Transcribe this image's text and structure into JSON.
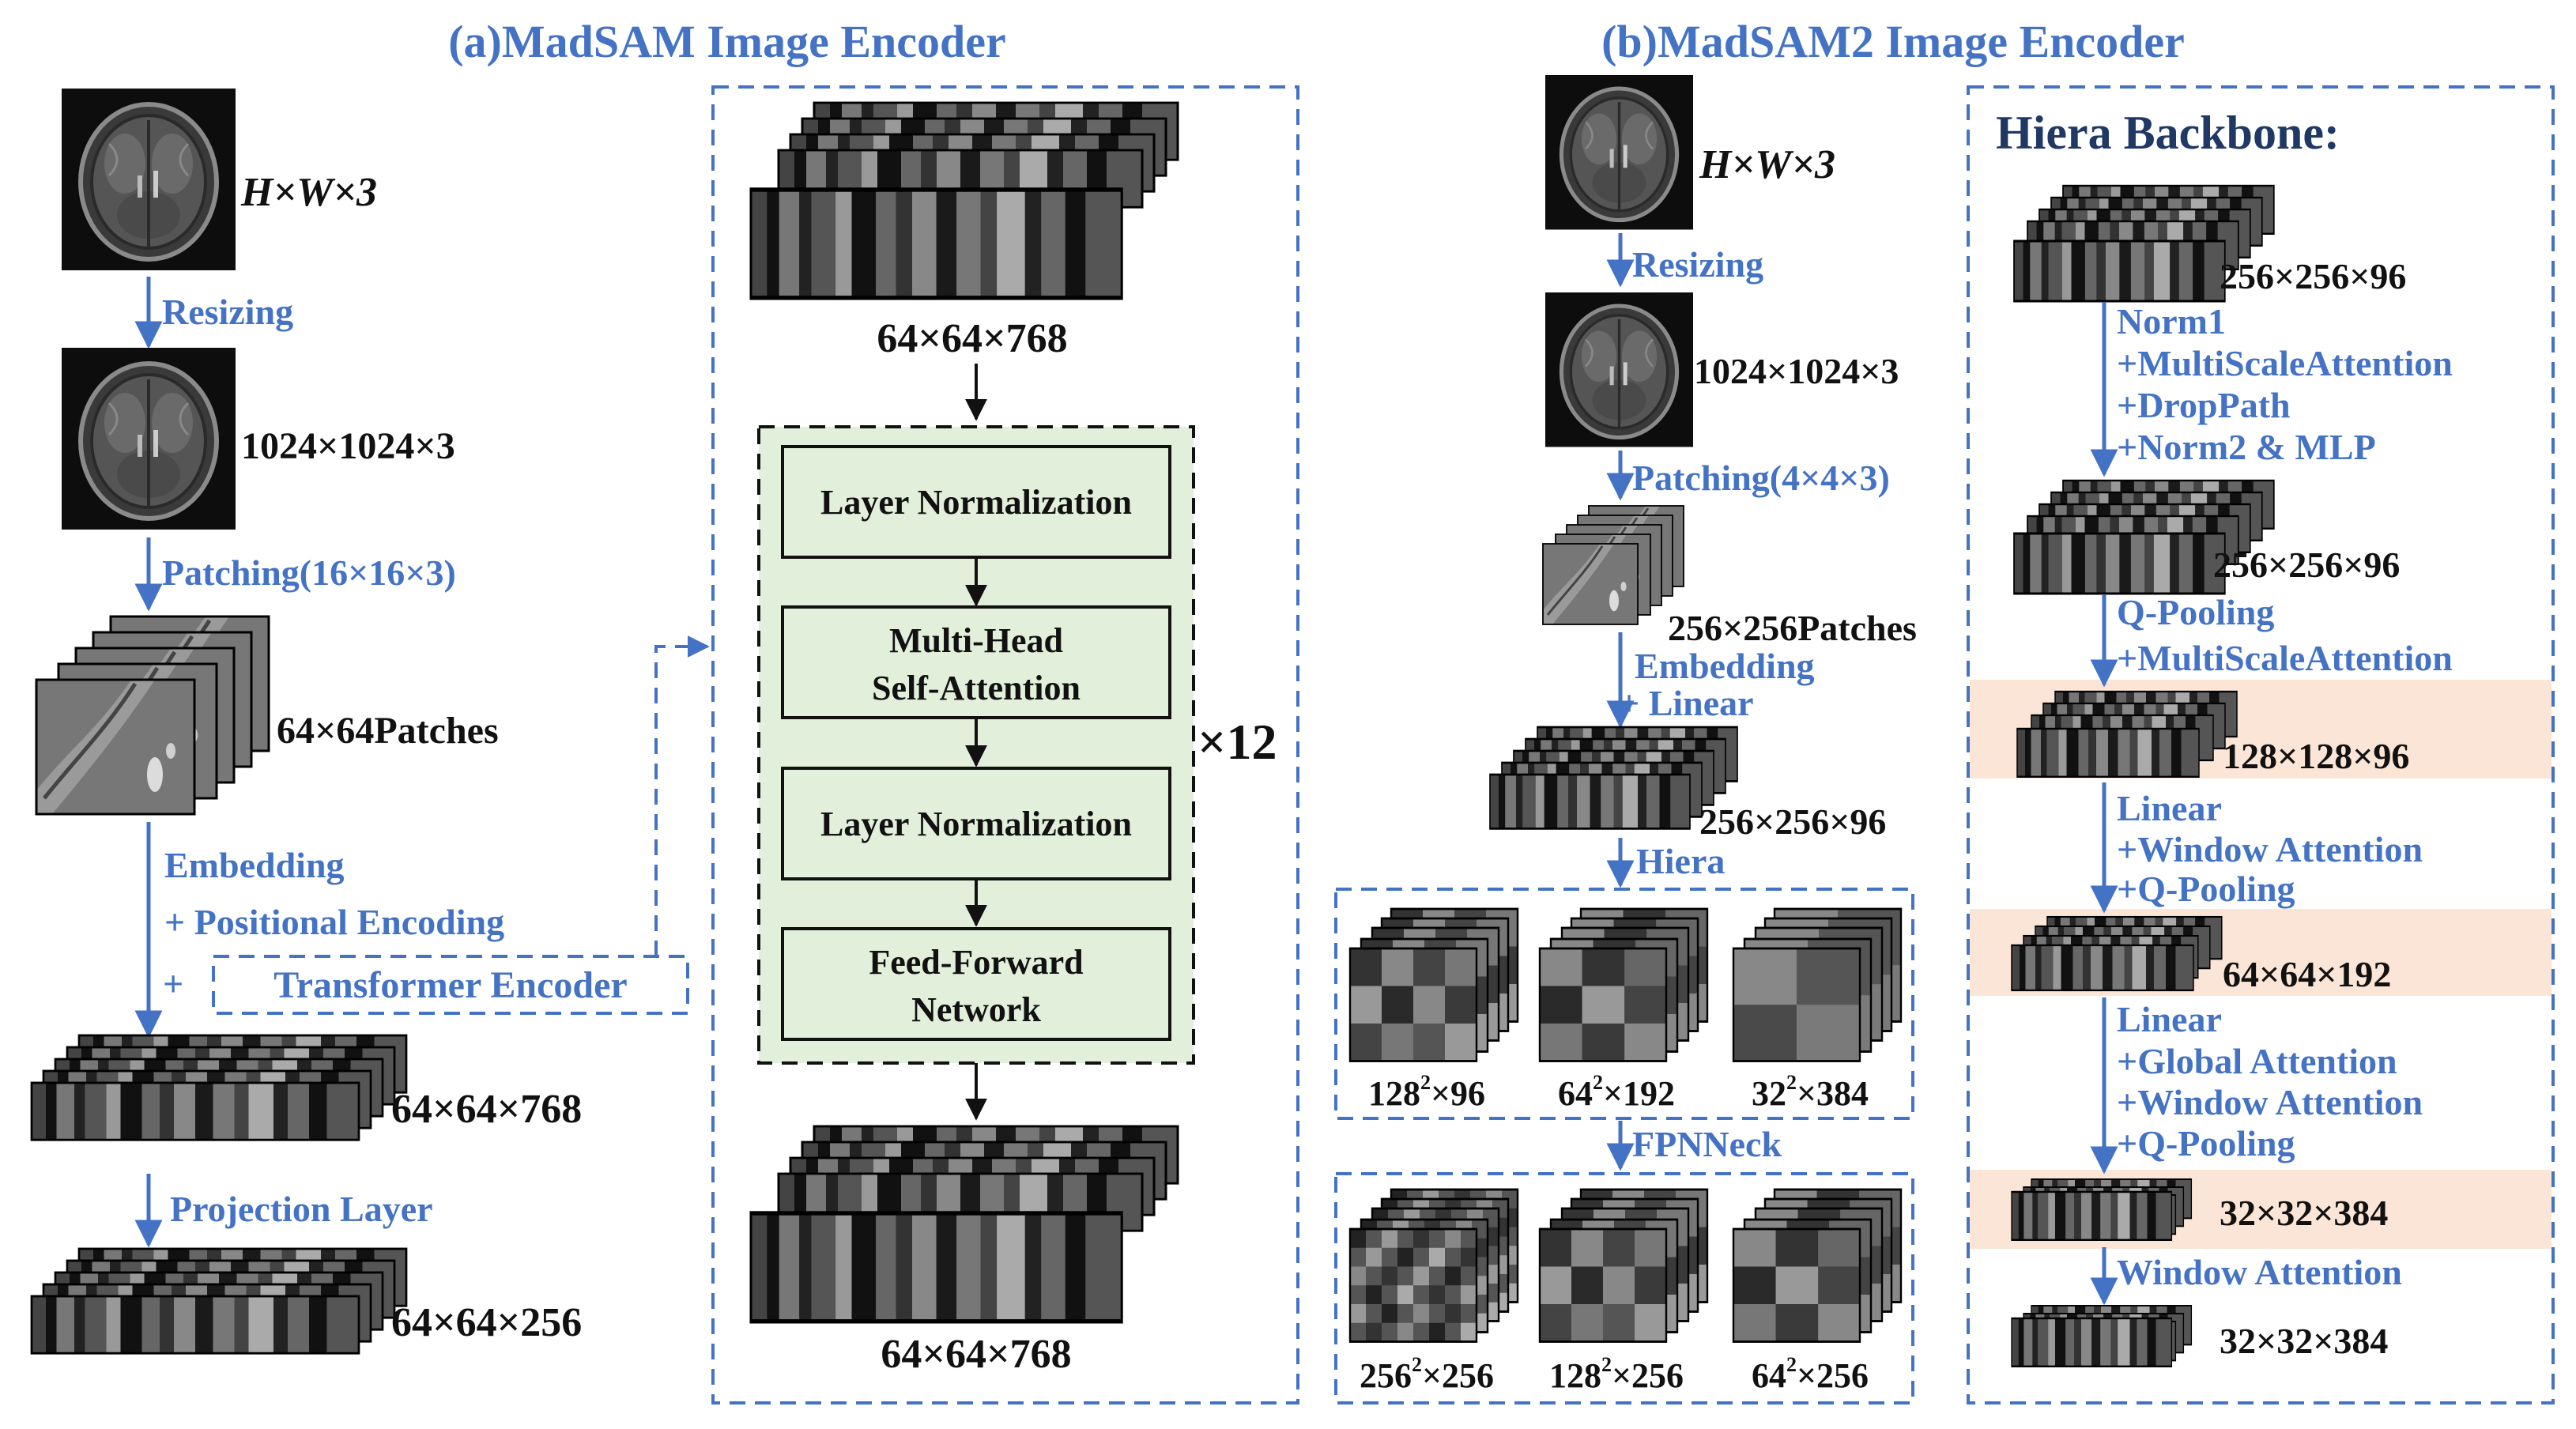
{
  "panel_a": {
    "title": "(a)MadSAM Image Encoder",
    "input_dim": "H×W×3",
    "step_resizing": "Resizing",
    "resized_dim": "1024×1024×3",
    "step_patching": "Patching(16×16×3)",
    "patches_dim": "64×64Patches",
    "step_embedding": "Embedding",
    "step_positional": "+ Positional Encoding",
    "plus_sign": "+",
    "transformer_encoder": "Transformer Encoder",
    "embedded_dim": "64×64×768",
    "step_projection": "Projection Layer",
    "output_dim": "64×64×256",
    "block_in_dim": "64×64×768",
    "block_out_dim": "64×64×768",
    "block_repeat": "×12",
    "block_layer_norm_1": "Layer Normalization",
    "block_attention_1": "Multi-Head",
    "block_attention_2": "Self-Attention",
    "block_layer_norm_2": "Layer Normalization",
    "block_ffn_1": "Feed-Forward",
    "block_ffn_2": "Network"
  },
  "panel_b": {
    "title": "(b)MadSAM2 Image Encoder",
    "input_dim": "H×W×3",
    "step_resizing": "Resizing",
    "resized_dim": "1024×1024×3",
    "step_patching": "Patching(4×4×3)",
    "patches_dim": "256×256Patches",
    "step_embedding": "Embedding",
    "step_linear": "+ Linear",
    "embedded_dim": "256×256×96",
    "step_hiera": "Hiera",
    "hiera_outputs": [
      {
        "base": "128",
        "exp": "2",
        "rest": "×96"
      },
      {
        "base": "64",
        "exp": "2",
        "rest": "×192"
      },
      {
        "base": "32",
        "exp": "2",
        "rest": "×384"
      }
    ],
    "step_fpn": "FPNNeck",
    "fpn_outputs": [
      {
        "base": "256",
        "exp": "2",
        "rest": "×256"
      },
      {
        "base": "128",
        "exp": "2",
        "rest": "×256"
      },
      {
        "base": "64",
        "exp": "2",
        "rest": "×256"
      }
    ]
  },
  "hiera": {
    "title": "Hiera Backbone:",
    "dim_1": "256×256×96",
    "ops_1": [
      "Norm1",
      "+MultiScaleAttention",
      "+DropPath",
      "+Norm2 & MLP"
    ],
    "dim_2": "256×256×96",
    "ops_2": [
      "Q-Pooling",
      "+MultiScaleAttention"
    ],
    "dim_3": "128×128×96",
    "ops_3": [
      "Linear",
      "+Window Attention",
      "+Q-Pooling"
    ],
    "dim_4": "64×64×192",
    "ops_4": [
      "Linear",
      "+Global Attention",
      "+Window Attention",
      "+Q-Pooling"
    ],
    "dim_5": "32×32×384",
    "ops_5": [
      "Window Attention"
    ],
    "dim_6": "32×32×384"
  },
  "colors": {
    "accent_blue": "#4472C4",
    "block_fill": "#E2EFDA",
    "highlight_band": "#FBE5D6",
    "text": "#111111"
  }
}
